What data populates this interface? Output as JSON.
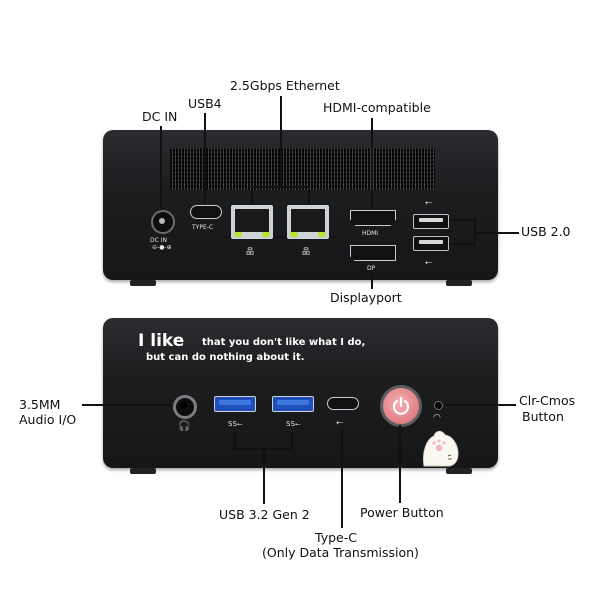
{
  "top_labels": {
    "dc_in": "DC IN",
    "usb4": "USB4",
    "ethernet": "2.5Gbps Ethernet",
    "hdmi": "HDMI-compatible",
    "usb20": "USB 2.0",
    "displayport": "Displayport"
  },
  "top_device_text": {
    "dc_in_small": "DC IN",
    "type_c_small": "TYPE-C",
    "hdmi_small": "HDMI",
    "dp_small": "DP"
  },
  "slogan": {
    "big": "I like",
    "line1": "that you don't like what I do,",
    "line2": "but can do nothing about it."
  },
  "bottom_labels": {
    "audio": "3.5MM\nAudio I/O",
    "audio_line1": "3.5MM",
    "audio_line2": "Audio I/O",
    "usb32": "USB 3.2 Gen 2",
    "type_c_line1": "Type-C",
    "type_c_line2": "(Only Data Transmission)",
    "power": "Power Button",
    "clr_line1": "Clr-Cmos",
    "clr_line2": "Button"
  },
  "colors": {
    "device_body": "#1c1d1f",
    "usb3_blue": "#1f4fb8",
    "power_pink": "#e9898e",
    "led_green": "#b9e33b"
  },
  "icons": [
    "usb-icon",
    "ethernet-icon",
    "headphone-icon",
    "power-icon",
    "clr-cmos-icon",
    "cat-sticker-icon"
  ]
}
